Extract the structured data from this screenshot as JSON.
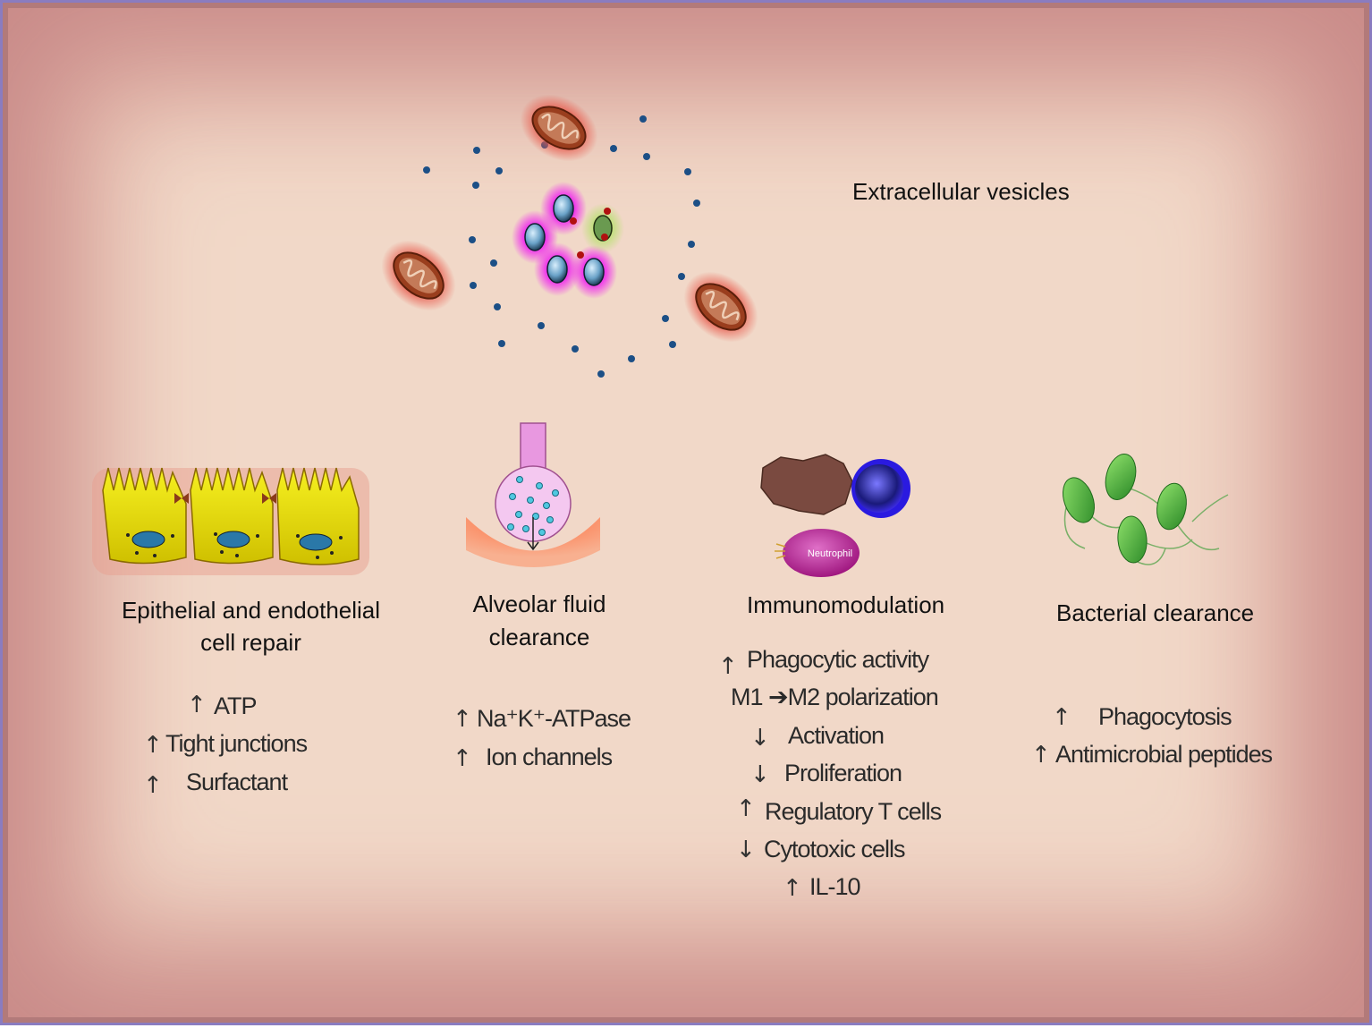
{
  "header": {
    "label": "Extracellular vesicles"
  },
  "panels": [
    {
      "title_line1": "Epithelial and endothelial",
      "title_line2": "cell repair",
      "items": [
        "ATP",
        "Tight junctions",
        "Surfactant"
      ],
      "arrows": [
        "up",
        "up",
        "up"
      ]
    },
    {
      "title_line1": "Alveolar fluid",
      "title_line2": "clearance",
      "items": [
        "Na⁺K⁺-ATPase",
        "Ion channels"
      ],
      "arrows": [
        "up",
        "up"
      ]
    },
    {
      "title_line1": "Immunomodulation",
      "items": [
        "Phagocytic activity",
        "M1 ➔M2 polarization",
        "Activation",
        "Proliferation",
        "Regulatory T cells",
        "Cytotoxic cells",
        "IL-10"
      ],
      "arrows": [
        "up",
        "none",
        "down",
        "down",
        "up",
        "down",
        "up"
      ]
    },
    {
      "title_line1": "Bacterial clearance",
      "items": [
        "Phagocytosis",
        "Antimicrobial peptides"
      ],
      "arrows": [
        "up",
        "up"
      ]
    }
  ],
  "icons": {
    "up": "↑",
    "down": "↓"
  },
  "cell_labels": {
    "neutrophil": "Neutrophil"
  },
  "colors": {
    "background": "#f1d8c8",
    "frame_border": "#8a7cc0",
    "vesicle_dot": "#1c4f86",
    "mitochondria": "#a04a2a",
    "vesicle_glow": "#e020e0",
    "epithelial": "#e8e000",
    "bacteria": "#3a9a30"
  }
}
